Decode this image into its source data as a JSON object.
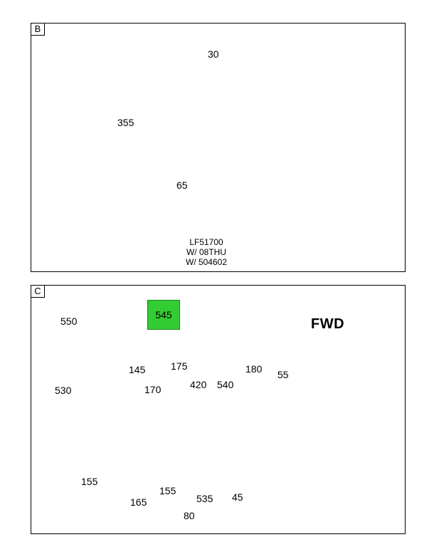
{
  "panel_b": {
    "tag": "B",
    "callouts": {
      "c30": "30",
      "c355": "355",
      "c65": "65"
    },
    "caption": [
      "LF51700",
      "W/ 08THU",
      "W/ 504602"
    ]
  },
  "panel_c": {
    "tag": "C",
    "highlighted_part": "545",
    "direction_label": "FWD",
    "callouts": {
      "c550": "550",
      "c145": "145",
      "c175": "175",
      "c180": "180",
      "c55": "55",
      "c530": "530",
      "c170": "170",
      "c420": "420",
      "c540": "540",
      "c155a": "155",
      "c165": "165",
      "c155b": "155",
      "c535": "535",
      "c45": "45",
      "c80": "80"
    },
    "colors": {
      "highlight": "#33cc33"
    }
  }
}
